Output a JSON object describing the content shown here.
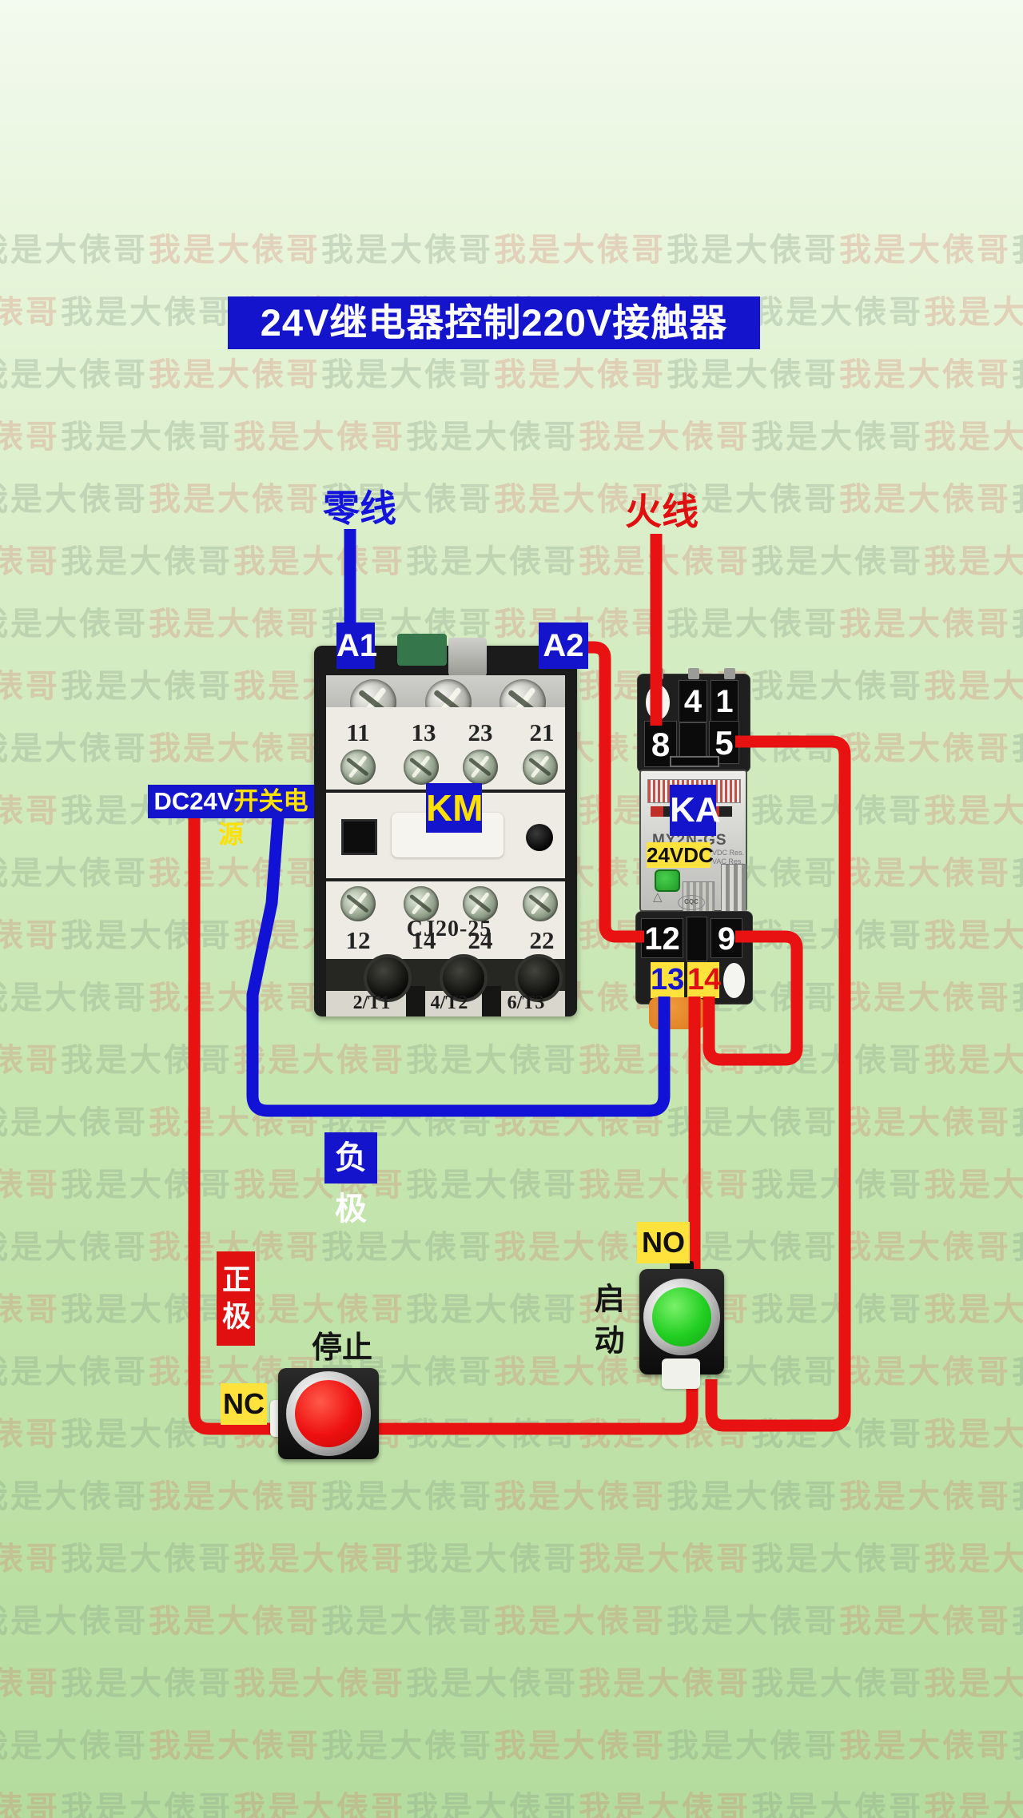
{
  "title": "24V继电器控制220V接触器",
  "watermark": {
    "text": "我是大俵哥"
  },
  "wire_labels": {
    "neutral": "零线",
    "live": "火线",
    "negative": "负极",
    "positive": "正极"
  },
  "psu": {
    "prefix": "DC24V",
    "suffix": "开关电源"
  },
  "buttons": {
    "stop": {
      "label": "停止",
      "contact": "NC"
    },
    "start": {
      "label": "启动",
      "contact": "NO"
    }
  },
  "contactor": {
    "tag": "KM",
    "model": "CJ20-25",
    "coil_terminals": [
      "A1",
      "A2"
    ],
    "aux_top_terminals": [
      "11",
      "13",
      "23",
      "21"
    ],
    "aux_bottom_terminals": [
      "12",
      "14",
      "24",
      "22"
    ],
    "load_terminals": [
      "2/T1",
      "4/T2",
      "6/T3"
    ]
  },
  "relay": {
    "tag": "KA",
    "model": "MY2N-GS",
    "coil_voltage": "24VDC",
    "top_terminals": [
      "4",
      "1",
      "8",
      "5"
    ],
    "bottom_terminals": [
      "12",
      "9",
      "13",
      "14"
    ],
    "side_notes": [
      "VDC Res.",
      "VAC Res."
    ],
    "cert": "CQC"
  },
  "colors": {
    "wire_live_red": "#e81212",
    "wire_neutral_blue": "#1212d6",
    "label_blue": "#1414cc",
    "label_yellow": "#ffe23c",
    "label_red": "#e01010",
    "km_text_yellow": "#ffe000"
  }
}
